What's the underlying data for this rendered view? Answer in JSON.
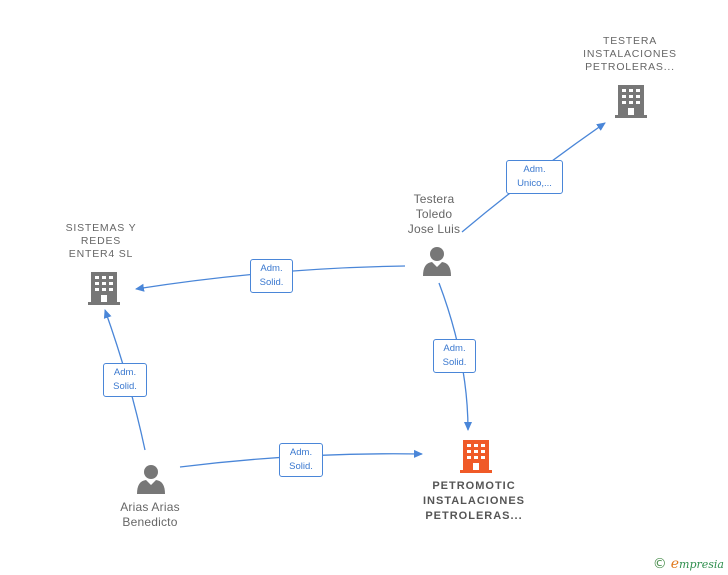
{
  "nodes": {
    "testera_instalaciones": {
      "label": "TESTERA\nINSTALACIONES\nPETROLERAS...",
      "kind": "company"
    },
    "sistemas_redes": {
      "label": "SISTEMAS Y\nREDES\nENTER4 SL",
      "kind": "company"
    },
    "petromotic": {
      "label": "PETROMOTIC\nINSTALACIONES\nPETROLERAS...",
      "kind": "company-main"
    },
    "testera_toledo": {
      "label": "Testera\nToledo\nJose Luis",
      "kind": "person"
    },
    "arias_arias": {
      "label": "Arias Arias\nBenedicto",
      "kind": "person"
    }
  },
  "edges": [
    {
      "from": "testera_toledo",
      "to": "testera_instalaciones",
      "label": "Adm.\nUnico,..."
    },
    {
      "from": "testera_toledo",
      "to": "sistemas_redes",
      "label": "Adm.\nSolid."
    },
    {
      "from": "testera_toledo",
      "to": "petromotic",
      "label": "Adm.\nSolid."
    },
    {
      "from": "arias_arias",
      "to": "sistemas_redes",
      "label": "Adm.\nSolid."
    },
    {
      "from": "arias_arias",
      "to": "petromotic",
      "label": "Adm.\nSolid."
    }
  ],
  "colors": {
    "edge": "#4a86d8",
    "company_icon": "#777777",
    "main_company_icon": "#f05a28",
    "person_icon": "#777777"
  },
  "footer": {
    "copyright_symbol": "©",
    "brand_first": "e",
    "brand_rest": "mpresia"
  }
}
